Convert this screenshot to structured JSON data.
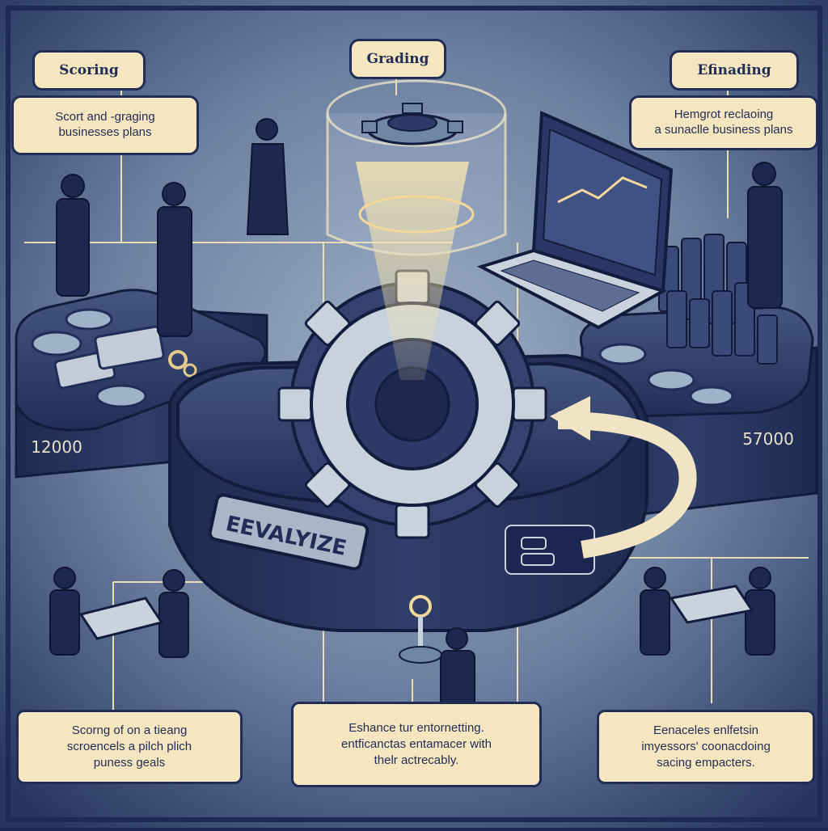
{
  "headers": {
    "scoring": "Scoring",
    "grading": "Grading",
    "funding": "Efinading"
  },
  "descriptions": {
    "scoring": "Scort and -graging\nbusinesses plans",
    "funding": "Hemgrot reclaoing\na sunaclle business plans"
  },
  "bottom": {
    "left": "Scorng of on a tieang\nscroencels a pilch plich\npuness geals",
    "center": "Eshance tur entornetting.\nentficanctas entamacer with\nthelr actrecably.",
    "right": "Eenaceles enlfetsin\nimyessors' coonacdoing\nsacing empacters."
  },
  "machine": {
    "brand": "EEVALYIZE"
  },
  "platform_values": {
    "left": "12000",
    "right": "57000"
  },
  "colors": {
    "background": "#1c2b55",
    "callout_fill": "#f6e6bf",
    "outline": "#1f2d57",
    "platform_top": "#3b4a78",
    "beam": "#f3d89a"
  }
}
